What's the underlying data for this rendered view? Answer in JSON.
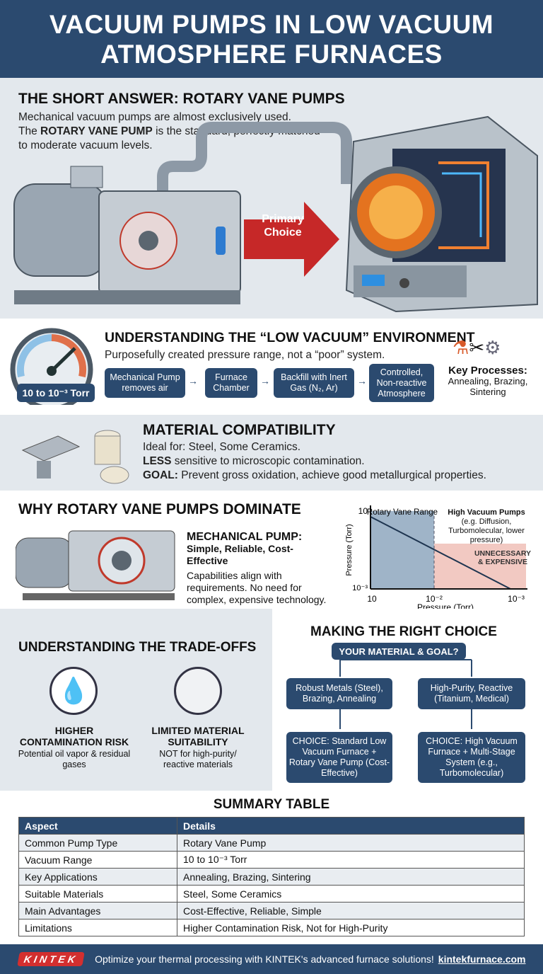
{
  "header": {
    "title_line1": "VACUUM PUMPS IN LOW VACUUM",
    "title_line2": "ATMOSPHERE FURNACES"
  },
  "short_answer": {
    "title": "THE SHORT ANSWER: ROTARY VANE PUMPS",
    "line1": "Mechanical vacuum pumps are almost exclusively used.",
    "line2_pre": "The ",
    "line2_bold": "ROTARY VANE PUMP",
    "line2_post": " is the standard, perfectly matched",
    "line3": "to moderate vacuum levels.",
    "arrow_label": "Primary Choice"
  },
  "environment": {
    "title": "UNDERSTANDING THE “LOW VACUUM” ENVIRONMENT",
    "subtitle": "Purposefully created pressure range, not a “poor” system.",
    "gauge_label": "10 to 10⁻³ Torr",
    "flow": [
      "Mechanical Pump removes air",
      "Furnace Chamber",
      "Backfill with Inert Gas (N₂, Ar)",
      "Controlled, Non-reactive Atmosphere"
    ],
    "key_title": "Key Processes:",
    "key_items": "Annealing, Brazing, Sintering"
  },
  "materials": {
    "title": "MATERIAL COMPATIBILITY",
    "line1": "Ideal for: Steel, Some Ceramics.",
    "line2_bold": "LESS",
    "line2": " sensitive to microscopic contamination.",
    "line3_bold": "GOAL:",
    "line3": " Prevent gross oxidation, achieve good metallurgical properties."
  },
  "dominate": {
    "title": "WHY ROTARY VANE PUMPS DOMINATE",
    "sub_title": "MECHANICAL PUMP:",
    "sub_bold": "Simple, Reliable, Cost-Effective",
    "desc": "Capabilities align with requirements. No need for complex, expensive technology."
  },
  "chart": {
    "ylabel": "Pressure (Torr)",
    "xlabel": "Pressure (Torr)",
    "y_top": "10",
    "y_bottom": "10⁻³",
    "x_ticks": [
      "10",
      "10⁻²",
      "10⁻³"
    ],
    "region1": "Rotary Vane Range",
    "region2_title": "High Vacuum Pumps",
    "region2_desc": "(e.g. Diffusion, Turbomolecular, lower pressure)",
    "region3": "UNNECESSARY & EXPENSIVE",
    "colors": {
      "rotary": "#9fb4c8",
      "high": "#cfe1ee",
      "expensive": "#f2c9c2",
      "line": "#1e3550"
    }
  },
  "tradeoffs": {
    "title": "UNDERSTANDING THE TRADE-OFFS",
    "items": [
      {
        "title": "HIGHER CONTAMINATION RISK",
        "desc": "Potential oil vapor & residual gases"
      },
      {
        "title": "LIMITED MATERIAL SUITABILITY",
        "desc": "NOT for high-purity/ reactive materials"
      }
    ]
  },
  "choice": {
    "title": "MAKING THE RIGHT CHOICE",
    "question": "YOUR MATERIAL & GOAL?",
    "left_cond": "Robust Metals (Steel), Brazing, Annealing",
    "right_cond": "High-Purity, Reactive (Titanium, Medical)",
    "left_result": "CHOICE: Standard Low Vacuum Furnace + Rotary Vane Pump (Cost-Effective)",
    "right_result": "CHOICE: High Vacuum Furnace + Multi-Stage System (e.g., Turbomolecular)"
  },
  "summary": {
    "title": "SUMMARY TABLE",
    "headers": [
      "Aspect",
      "Details"
    ],
    "rows": [
      [
        "Common Pump Type",
        "Rotary Vane Pump"
      ],
      [
        "Vacuum Range",
        "10 to 10⁻³ Torr"
      ],
      [
        "Key Applications",
        "Annealing, Brazing, Sintering"
      ],
      [
        "Suitable Materials",
        "Steel, Some Ceramics"
      ],
      [
        "Main Advantages",
        "Cost-Effective, Reliable, Simple"
      ],
      [
        "Limitations",
        "Higher Contamination Risk, Not for High-Purity"
      ]
    ]
  },
  "footer": {
    "logo": "KINTEK",
    "text": "Optimize your thermal processing with KINTEK's advanced furnace solutions!",
    "link": "kintekfurnace.com"
  }
}
